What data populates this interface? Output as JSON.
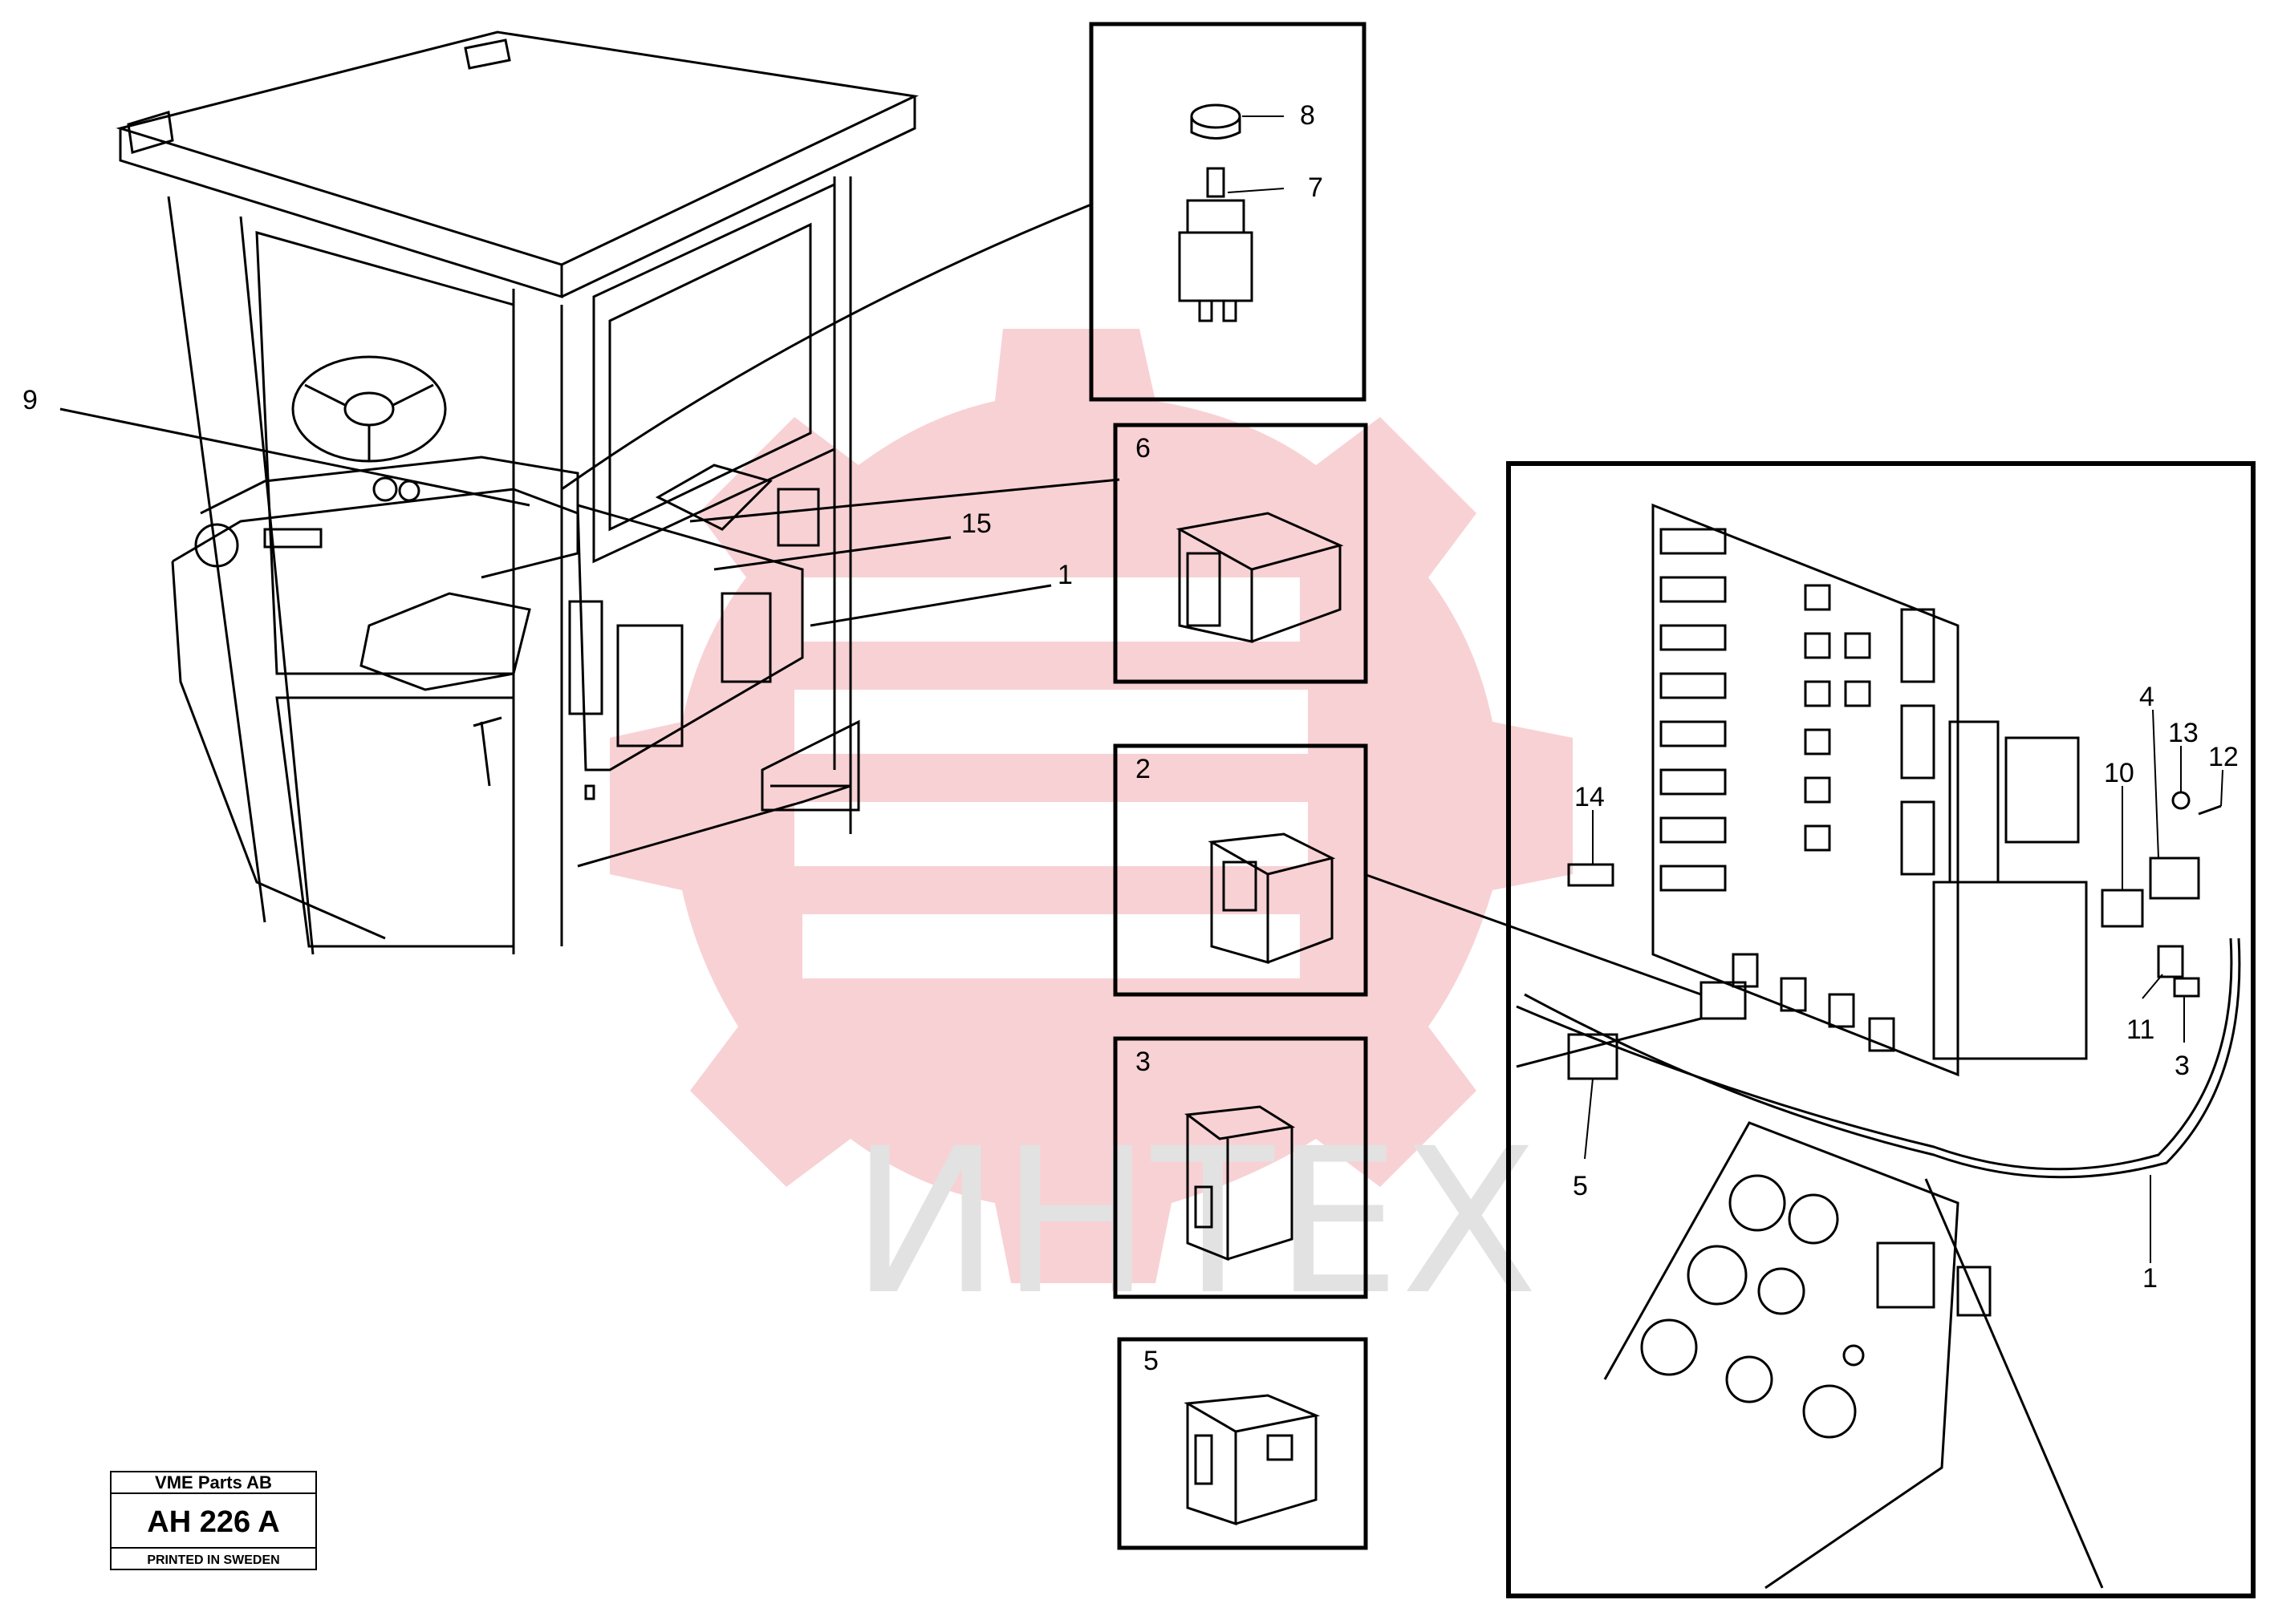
{
  "watermark": {
    "text": "ИНТЕХ",
    "color": "#e2e2e2",
    "logo_color": "#f7c9cd"
  },
  "callouts": {
    "main": [
      "9",
      "15",
      "1"
    ],
    "inset_switch": [
      "8",
      "7"
    ],
    "inset_6": "6",
    "inset_2": "2",
    "inset_3": "3",
    "inset_5": "5",
    "detail": [
      "4",
      "13",
      "12",
      "14",
      "10",
      "11",
      "3",
      "5",
      "1"
    ]
  },
  "title_plate": {
    "company": "VME Parts AB",
    "code": "AH 226 A",
    "printed": "PRINTED IN SWEDEN"
  },
  "colors": {
    "line": "#000000",
    "background": "#ffffff"
  }
}
